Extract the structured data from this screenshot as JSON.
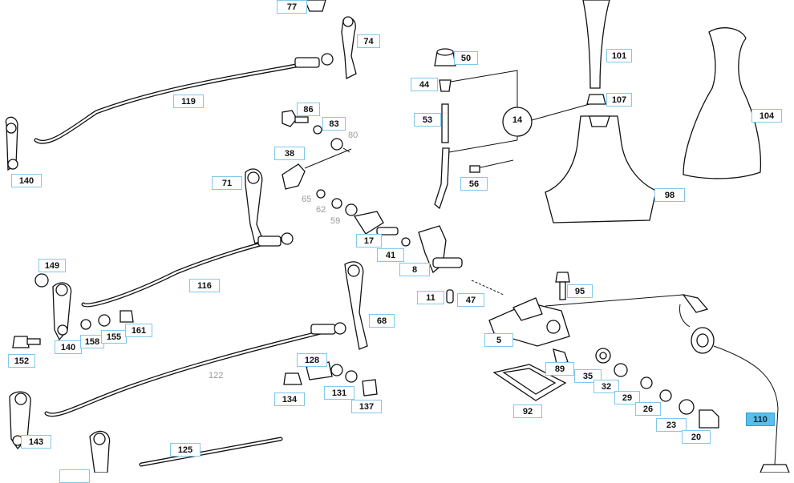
{
  "callouts": {
    "c77": "77",
    "c74": "74",
    "c119": "119",
    "c140a": "140",
    "c86": "86",
    "c83": "83",
    "c38": "38",
    "c71": "71",
    "c50": "50",
    "c44": "44",
    "c53": "53",
    "c56": "56",
    "c14": "14",
    "c101": "101",
    "c107": "107",
    "c104": "104",
    "c98": "98",
    "c17": "17",
    "c41": "41",
    "c8": "8",
    "c149": "149",
    "c116": "116",
    "c140b": "140",
    "c158": "158",
    "c155": "155",
    "c161": "161",
    "c152": "152",
    "c68": "68",
    "c11": "11",
    "c47": "47",
    "c95": "95",
    "c5": "5",
    "c89": "89",
    "c35": "35",
    "c32": "32",
    "c29": "29",
    "c26": "26",
    "c23": "23",
    "c20": "20",
    "c110": "110",
    "c92": "92",
    "c128": "128",
    "c134": "134",
    "c131": "131",
    "c137": "137",
    "c143": "143",
    "c125": "125",
    "cbottom": ""
  },
  "grey_labels": {
    "g80": "80",
    "g65": "65",
    "g62": "62",
    "g59": "59",
    "g122": "122"
  },
  "selected_part": "110",
  "colors": {
    "callout_border": "#7fc8ec",
    "selected_fill": "#5bbde9",
    "grey_label": "#9a9a9a"
  }
}
